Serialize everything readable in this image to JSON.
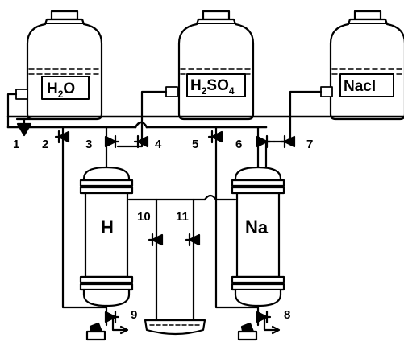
{
  "tanks": [
    {
      "id": "water",
      "label": "H₂O",
      "main": "H",
      "sub": "2",
      "tail": "O"
    },
    {
      "id": "acid",
      "label": "H₂SO₄",
      "main": "H",
      "sub": "2",
      "tail": "SO",
      "sub2": "4"
    },
    {
      "id": "salt",
      "label": "Nacl",
      "main": "Nacl"
    }
  ],
  "columns": [
    {
      "id": "h-column",
      "label": "H"
    },
    {
      "id": "na-column",
      "label": "Na"
    }
  ],
  "valves": [
    "1",
    "2",
    "3",
    "4",
    "5",
    "6",
    "7",
    "8",
    "9",
    "10",
    "11"
  ]
}
